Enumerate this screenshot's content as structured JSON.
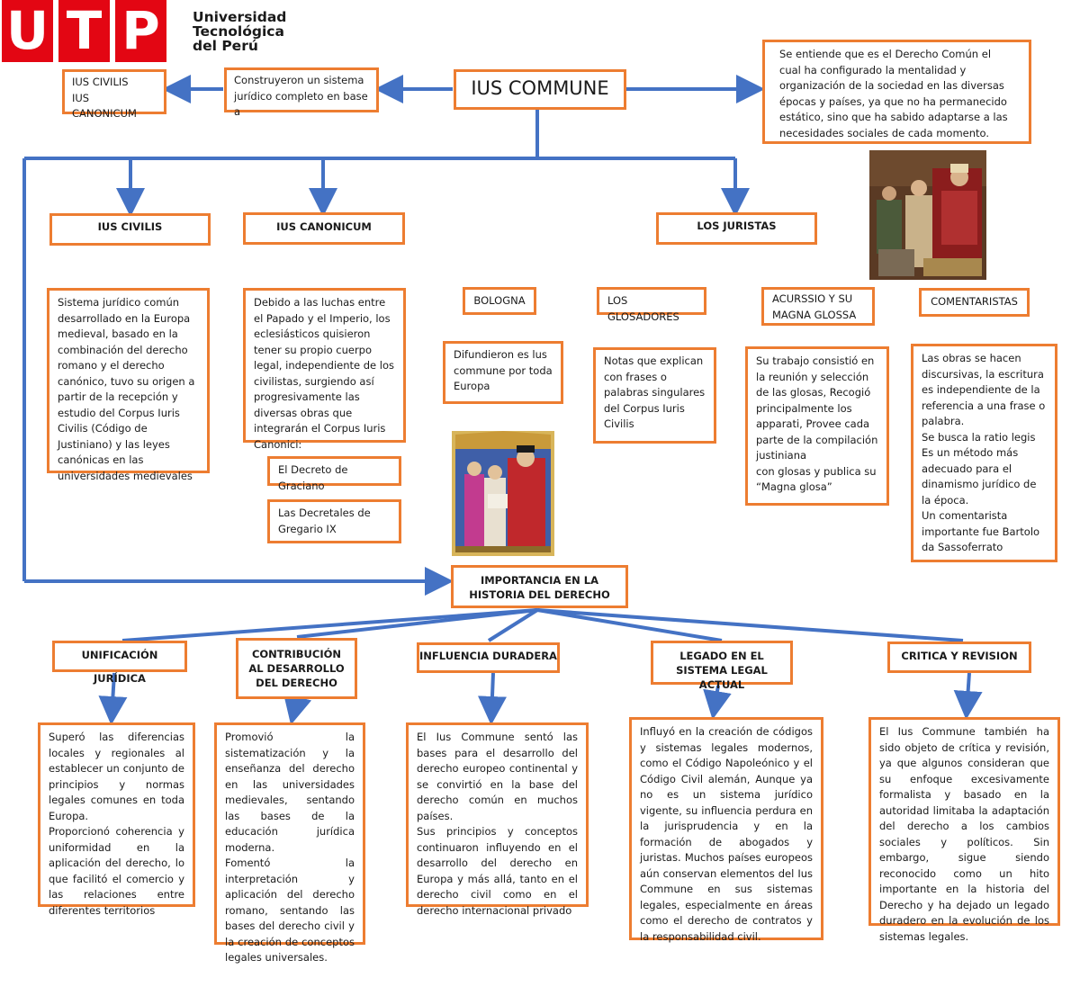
{
  "logo": {
    "letters": [
      "U",
      "T",
      "P"
    ],
    "line1": "Universidad",
    "line2": "Tecnológica",
    "line3": "del Perú"
  },
  "main_title": "IUS COMMUNE",
  "top_left": {
    "line1": "IUS CIVILIS",
    "line2": "IUS CANONICUM"
  },
  "construyeron": "Construyeron un sistema jurídico completo en base a",
  "definition": "Se entiende que es el Derecho Común el cual ha configurado la mentalidad y organización de la sociedad en las diversas épocas y países, ya que no ha permanecido estático, sino que ha sabido adaptarse a las necesidades sociales de cada momento.",
  "branches": {
    "ius_civilis": "IUS CIVILIS",
    "ius_canonicum": "IUS CANONICUM",
    "los_juristas": "LOS JURISTAS"
  },
  "civilis_text": "Sistema jurídico común desarrollado en la Europa medieval, basado en la combinación del derecho romano y el derecho canónico, tuvo su origen a partir de la recepción y estudio del Corpus Iuris Civilis (Código de Justiniano) y las leyes canónicas en las universidades medievales",
  "canonicum_text": "Debido a las luchas entre el Papado y el Imperio, los eclesiásticos quisieron tener su propio cuerpo legal, independiente de los civilistas, surgiendo así progresivamente las diversas obras que integrarán el Corpus Iuris Canonici:",
  "decreto": "El Decreto de Graciano",
  "decretales": "Las Decretales de Gregario IX",
  "juristas": {
    "bologna": "BOLOGNA",
    "glosadores": "LOS GLOSADORES",
    "acurssio": "ACURSSIO Y SU MAGNA GLOSSA",
    "comentaristas": "COMENTARISTAS"
  },
  "bologna_text": "Difundieron es lus commune por toda Europa",
  "glosadores_text": "Notas que explican con frases o palabras singulares del Corpus Iuris Civilis",
  "acurssio_text": "Su trabajo consistió en la reunión y selección de las glosas, Recogió principalmente los apparati, Provee cada parte de la compilación justiniana\ncon glosas y publica su “Magna glosa”",
  "comentaristas_text": "Las obras se hacen discursivas, la escritura es independiente de la referencia a una frase o palabra.\nSe busca la ratio legis\nEs un método más adecuado para el dinamismo jurídico de la época.\nUn comentarista importante fue Bartolo da Sassoferrato",
  "importancia": "IMPORTANCIA EN LA HISTORIA DEL DERECHO",
  "bottom_headers": {
    "unificacion": "UNIFICACIÓN JURÍDICA",
    "contribucion": "CONTRIBUCIÓN AL DESARROLLO DEL DERECHO",
    "influencia": "INFLUENCIA DURADERA",
    "legado": "LEGADO EN EL SISTEMA LEGAL ACTUAL",
    "critica": "CRITICA Y REVISION"
  },
  "bottom_texts": {
    "unificacion": "Superó las diferencias locales y regionales al establecer un conjunto de principios y normas legales comunes en toda Europa.\nProporcionó coherencia y uniformidad en la aplicación del derecho, lo que facilitó el comercio y las relaciones entre diferentes territorios",
    "contribucion": "Promovió la sistematización y la enseñanza del derecho en las universidades medievales, sentando las bases de la educación jurídica moderna.\nFomentó la interpretación y aplicación del derecho romano, sentando las bases del derecho civil y la creación de conceptos legales universales.",
    "influencia": "El Ius Commune sentó las bases para el desarrollo del derecho europeo continental y se convirtió en la base del derecho común en muchos países.\nSus principios y conceptos continuaron influyendo en el desarrollo del derecho en Europa y más allá, tanto en el derecho civil como en el derecho internacional privado",
    "legado": "Influyó en la creación de códigos y sistemas legales modernos, como el Código Napoleónico y el Código Civil alemán, Aunque ya no es un sistema jurídico vigente, su influencia perdura en la jurisprudencia y en la formación de abogados y juristas. Muchos países europeos aún conservan elementos del Ius Commune en sus sistemas legales, especialmente en áreas como el derecho de contratos y la responsabilidad civil.",
    "critica": "El Ius Commune también ha sido objeto de crítica y revisión, ya que algunos consideran que su enfoque excesivamente formalista y basado en la autoridad limitaba la adaptación del derecho a los cambios sociales y políticos. Sin embargo, sigue siendo reconocido como un hito importante en la historia del Derecho y ha dejado un legado duradero en la evolución de los sistemas legales."
  },
  "colors": {
    "box_border": "#ed7d31",
    "connector": "#4472c4",
    "logo_red": "#e30613"
  }
}
